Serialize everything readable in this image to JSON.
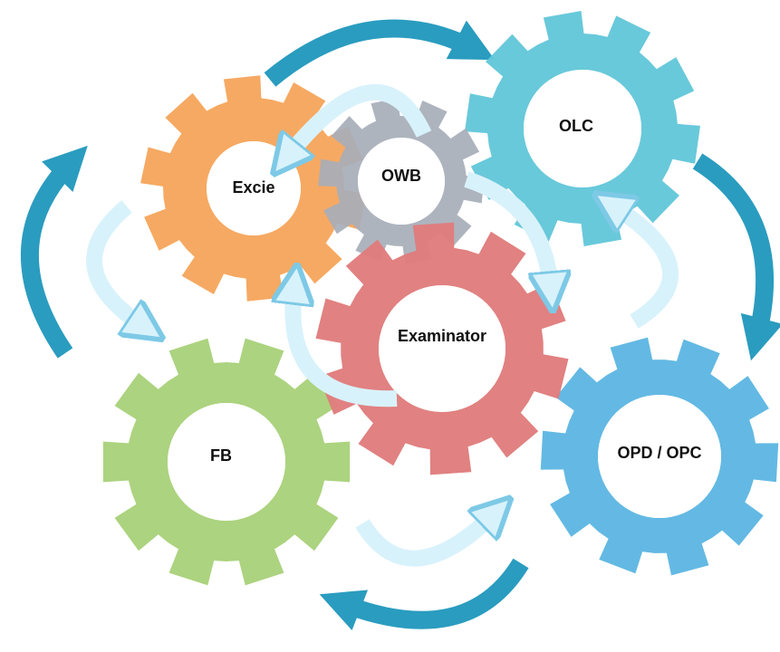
{
  "gears": [
    {
      "id": "excie",
      "label": "Excie",
      "color": "#F6A55C"
    },
    {
      "id": "owb",
      "label": "OWB",
      "color": "#A7AEB8"
    },
    {
      "id": "olc",
      "label": "OLC",
      "color": "#62C7D8"
    },
    {
      "id": "examinator",
      "label": "Examinator",
      "color": "#E07C7C"
    },
    {
      "id": "fb",
      "label": "FB",
      "color": "#A9D17A"
    },
    {
      "id": "opd-opc",
      "label": "OPD / OPC",
      "color": "#5DB6E2"
    }
  ],
  "arrow_colors": {
    "outer": "#2A9CBF",
    "inner_fill": "#D8F2FB",
    "inner_stroke": "#7DC9E6"
  }
}
